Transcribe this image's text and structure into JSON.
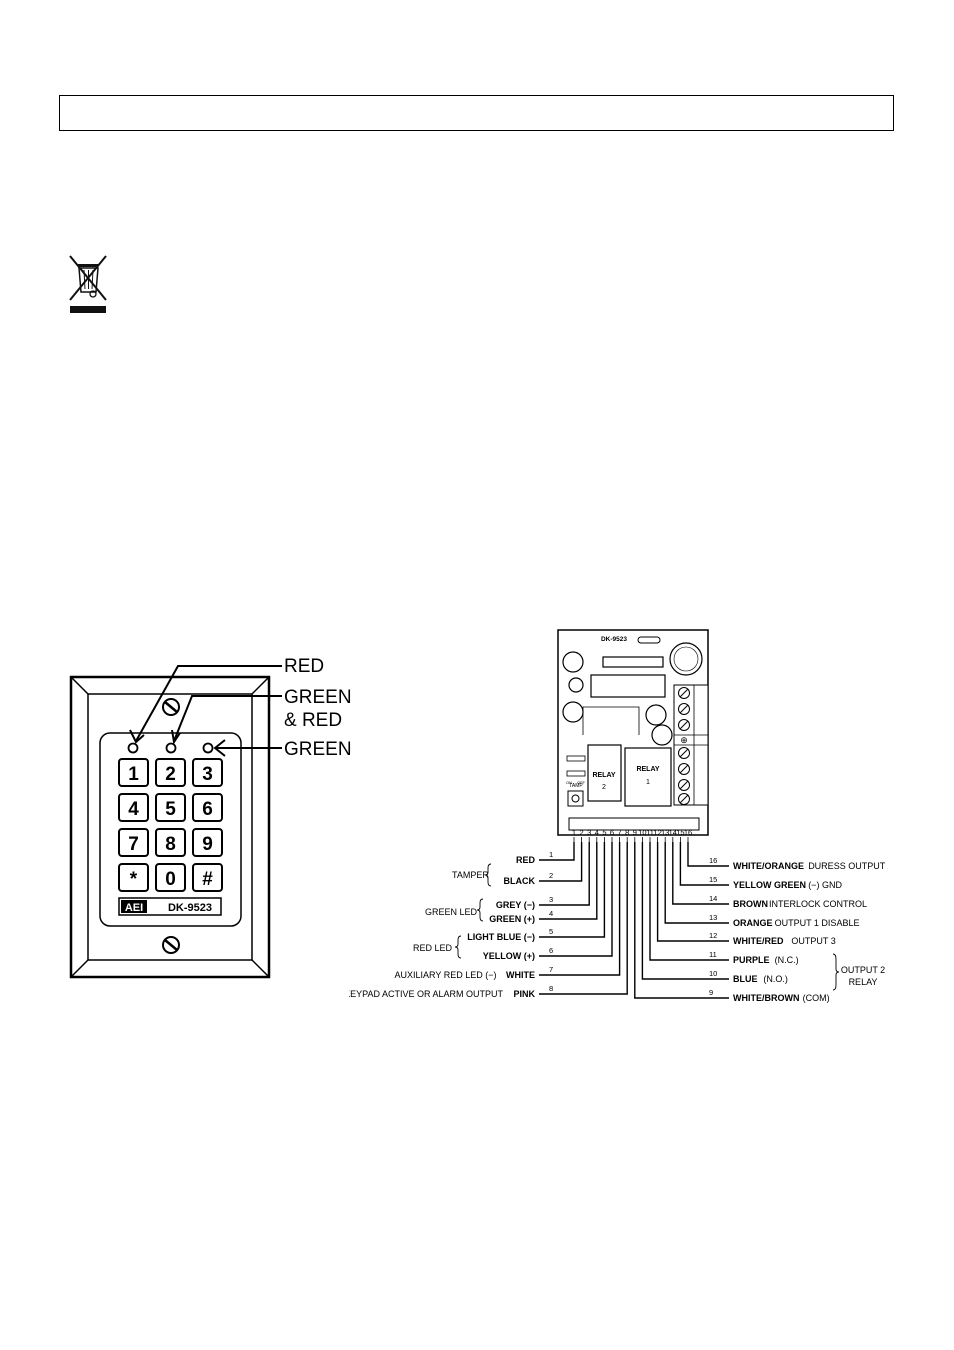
{
  "weee_icon": "crossed-out-wheelie-bin",
  "keypad": {
    "led_labels": [
      "RED",
      "GREEN",
      "& RED",
      "GREEN"
    ],
    "keys": [
      "1",
      "2",
      "3",
      "4",
      "5",
      "6",
      "7",
      "8",
      "9",
      "*",
      "0",
      "#"
    ],
    "brand": "AEI",
    "model": "DK-9523"
  },
  "board": {
    "title": "DK-9523",
    "relay2": [
      "RELAY",
      "2"
    ],
    "relay1": [
      "RELAY",
      "1"
    ],
    "tamp": "TAMP",
    "jumper_labels": [
      "ON",
      "OFF"
    ],
    "terminal_numbers": [
      "1",
      "2",
      "3",
      "4",
      "5",
      "6",
      "7",
      "8",
      "9",
      "10",
      "11",
      "12",
      "13",
      "14",
      "15",
      "16"
    ]
  },
  "wires_left": [
    {
      "num": "1",
      "color": "RED",
      "desc": ""
    },
    {
      "num": "2",
      "color": "BLACK",
      "desc": ""
    },
    {
      "num": "3",
      "color": "GREY",
      "desc": "(−)"
    },
    {
      "num": "4",
      "color": "GREEN",
      "desc": "(+)"
    },
    {
      "num": "5",
      "color": "LIGHT BLUE",
      "desc": "(−)"
    },
    {
      "num": "6",
      "color": "YELLOW",
      "desc": "(+)"
    },
    {
      "num": "7",
      "color": "WHITE",
      "desc": "AUXILIARY RED LED  (−)"
    },
    {
      "num": "8",
      "color": "PINK",
      "desc": "KEYPAD ACTIVE OR ALARM OUTPUT"
    }
  ],
  "groups_left": {
    "tamper": "TAMPER",
    "green_led": "GREEN LED",
    "red_led": "RED  LED"
  },
  "wires_right": [
    {
      "num": "16",
      "color": "WHITE/ORANGE",
      "desc": "DURESS OUTPUT"
    },
    {
      "num": "15",
      "color": "YELLOW GREEN",
      "desc": "(−)   GND"
    },
    {
      "num": "14",
      "color": "BROWN",
      "desc": "INTERLOCK CONTROL"
    },
    {
      "num": "13",
      "color": "ORANGE",
      "desc": "OUTPUT 1 DISABLE"
    },
    {
      "num": "12",
      "color": "WHITE/RED",
      "desc": "OUTPUT 3"
    },
    {
      "num": "11",
      "color": "PURPLE",
      "desc": "(N.C.)"
    },
    {
      "num": "10",
      "color": "BLUE",
      "desc": "(N.O.)"
    },
    {
      "num": "9",
      "color": "WHITE/BROWN",
      "desc": "(COM)"
    }
  ],
  "group_right": [
    "OUTPUT 2",
    "RELAY"
  ]
}
